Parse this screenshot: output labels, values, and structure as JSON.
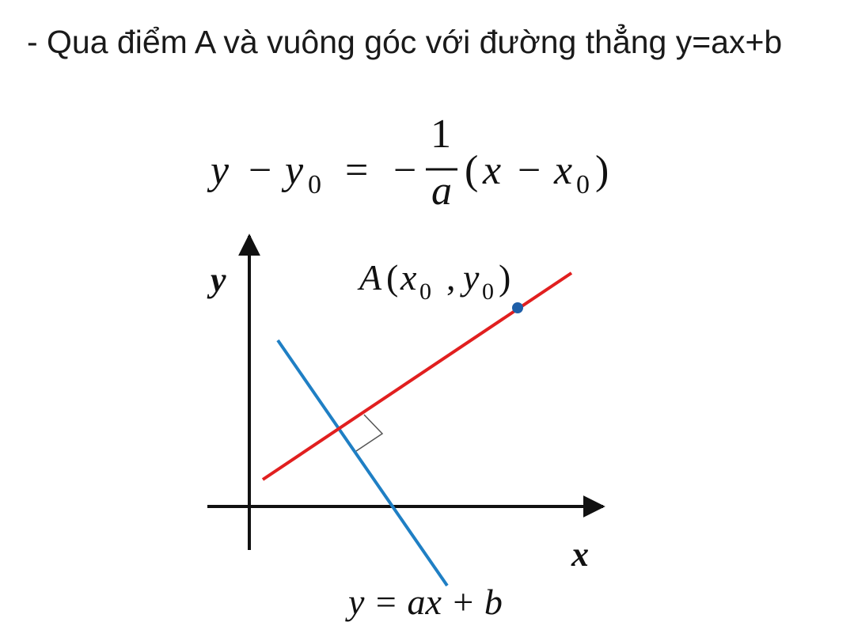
{
  "heading": "- Qua điểm A và vuông góc với đường thẳng y=ax+b",
  "formula": {
    "lhs_var": "y",
    "minus": "−",
    "lhs_sub_var": "y",
    "sub_zero": "0",
    "equals": "=",
    "neg": "−",
    "numerator": "1",
    "denominator": "a",
    "open_paren": "(",
    "x_var": "x",
    "inner_minus": "−",
    "x0_var": "x",
    "close_paren": ")"
  },
  "diagram": {
    "y_axis_label": "y",
    "x_axis_label": "x",
    "point_label": {
      "name": "A",
      "open": "(",
      "x_var": "x",
      "x_sub": "0",
      "comma": ",",
      "y_var": "y",
      "y_sub": "0",
      "close": ")"
    },
    "line_label": "y = ax + b",
    "colors": {
      "perpendicular_line": "#e11f1f",
      "given_line": "#1f7fc4",
      "point": "#1f5fa8",
      "axes": "#111111",
      "right_angle_mark": "#555555"
    }
  }
}
